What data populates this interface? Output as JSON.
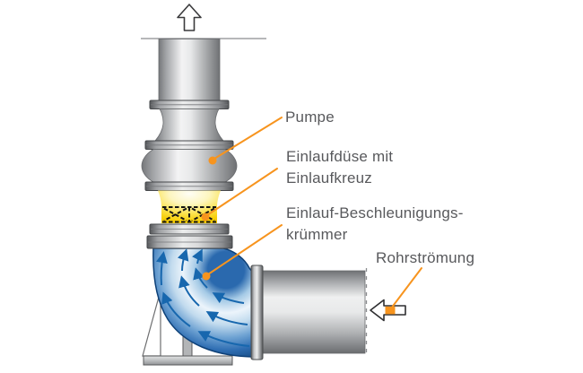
{
  "diagram": {
    "title_present": false,
    "labels": {
      "pump": "Pumpe",
      "inlet_nozzle_line1": "Einlaufdüse mit",
      "inlet_nozzle_line2": "Einlaufkreuz",
      "elbow_line1": "Einlauf-Beschleunigungs-",
      "elbow_line2": "krümmer",
      "pipe_flow": "Rohrströmung"
    },
    "icons": [
      "up-flow-arrow-icon",
      "left-flow-arrow-icon",
      "flow-streamline-arrows",
      "leader-dot"
    ],
    "colors": {
      "background": "#FFFFFF",
      "label_text": "#58595C",
      "leader_orange": "#F7941E",
      "elbow_blue_dark": "#1C5FA5",
      "elbow_blue_light": "#ECF4FB",
      "flow_arrow_blue": "#1767AE",
      "nozzle_yellow": "#F7CE06",
      "pipe_gray_dark": "#75777A",
      "pipe_gray_light": "#F3F3F4",
      "outline_dark": "#3A3A3C"
    }
  }
}
